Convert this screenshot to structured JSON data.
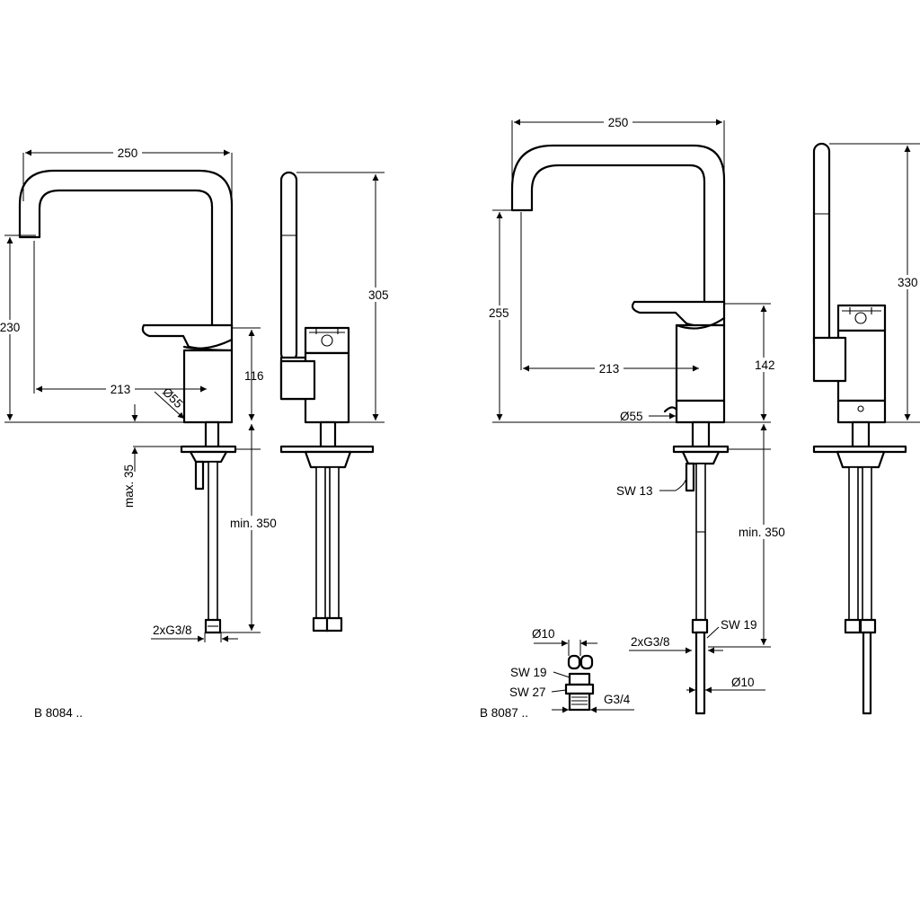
{
  "drawing_left": {
    "model": "B 8084 ..",
    "dims": {
      "width": "250",
      "height_total": "230",
      "reach": "213",
      "base_dia": "Ø55",
      "body_height": "116",
      "thickness": "max. 35",
      "hose_length": "min. 350",
      "connection": "2xG3/8",
      "side_height": "305"
    }
  },
  "drawing_right": {
    "model": "B 8087 ..",
    "dims": {
      "width": "250",
      "height_total": "255",
      "reach": "213",
      "body_height": "142",
      "base_dia": "Ø55",
      "wrench_13": "SW 13",
      "hose_length": "min. 350",
      "connection": "2xG3/8",
      "wrench_19_hose": "SW 19",
      "pipe_dia": "Ø10",
      "side_height": "330"
    },
    "adapter": {
      "pipe_dia": "Ø10",
      "wrench_19": "SW 19",
      "wrench_27": "SW 27",
      "thread": "G3/4"
    }
  }
}
